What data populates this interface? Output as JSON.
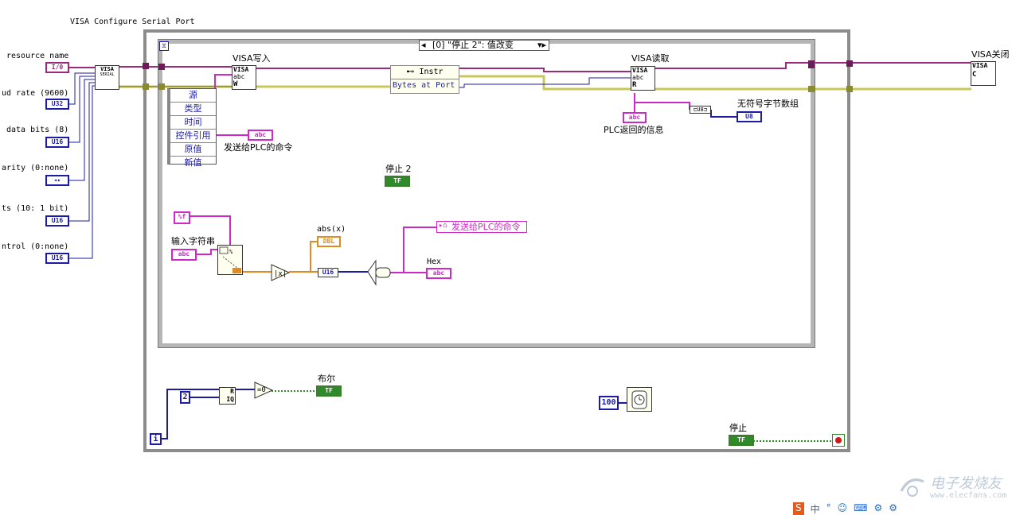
{
  "title": "VISA Configure Serial Port",
  "inputs": {
    "resource_name": "resource name",
    "baud_rate": "ud rate (9600)",
    "data_bits": "data bits (8)",
    "parity": "arity (0:none)",
    "stop_bits": "ts (10: 1 bit)",
    "flow_control": "ntrol (0:none)"
  },
  "terminals": {
    "io": "I/0",
    "u32": "U32",
    "u16": "U16",
    "enum": "◂▸",
    "abc": "abc",
    "u8": "U8",
    "dbl": "DBL",
    "tf": "TF",
    "f": "%f",
    "num2": "2",
    "num100": "100",
    "iter": "i"
  },
  "case_selector": "[0] \"停止 2\": 值改变",
  "event_data": [
    "源",
    "类型",
    "时间",
    "控件引用",
    "原值",
    "新值"
  ],
  "nodes": {
    "visa_write": "VISA写入",
    "visa_read": "VISA读取",
    "visa_close": "VISA关闭",
    "serial": "VISA",
    "serial_sub": "SERIAL",
    "instr": "Instr",
    "bytes_at_port": "Bytes at Port",
    "write_icon": "abc",
    "write_w": "W",
    "read_r": "R",
    "close_c": "C"
  },
  "labels": {
    "send_cmd": "发送给PLC的命令",
    "send_cmd_local": "发送给PLC的命令",
    "plc_reply": "PLC返回的信息",
    "u8_array": "无符号字节数组",
    "stop2": "停止 2",
    "input_string": "输入字符串",
    "abs": "abs(x)",
    "hex": "Hex",
    "bool": "布尔",
    "stop": "停止",
    "eq0": "=0",
    "quotient": "R",
    "iq": "IQ"
  },
  "watermark": {
    "text": "电子发烧友",
    "url": "www.elecfans.com"
  },
  "taskbar": [
    "S",
    "中",
    "°",
    "☺",
    "⌨",
    "⚙",
    "⚙"
  ],
  "colors": {
    "refnum_wire": "#9b2a7c",
    "error_wire": "#c8c85a",
    "int_wire": "#1b1ba8",
    "string_wire": "#d028c8",
    "bool_wire": "#2f8a2a",
    "dbl_wire": "#e08a20"
  }
}
